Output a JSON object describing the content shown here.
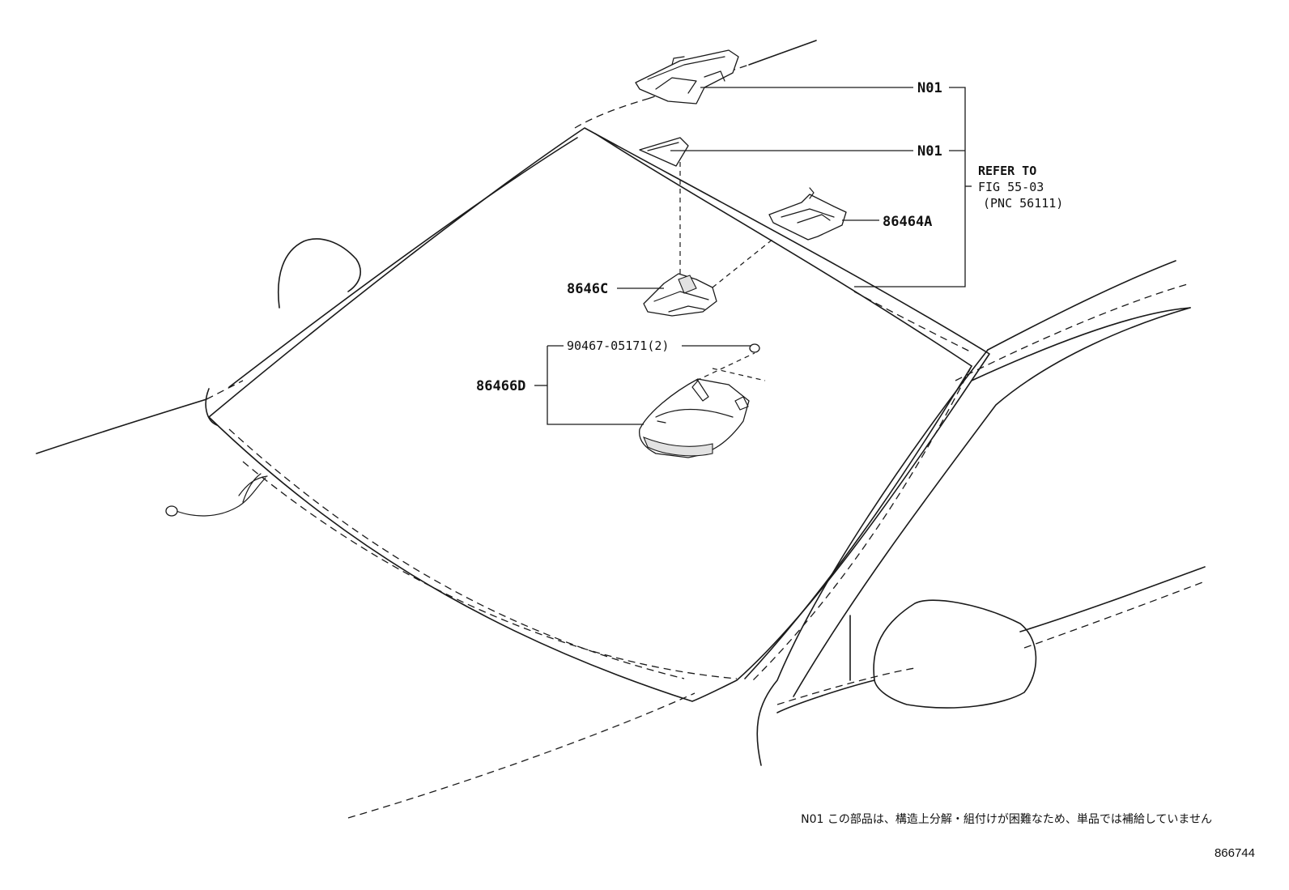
{
  "callouts": {
    "n01_top": "N01",
    "n01_mid": "N01",
    "p86464a": "86464A",
    "p8646c": "8646C",
    "p90467": "90467-05171(2)",
    "p86466d": "86466D"
  },
  "reference": {
    "line1": "REFER TO",
    "line2": "FIG 55-03",
    "line3": "(PNC 56111)"
  },
  "note": "N01 この部品は、構造上分解・組付けが困難なため、単品では補給していません",
  "figure_number": "866744"
}
